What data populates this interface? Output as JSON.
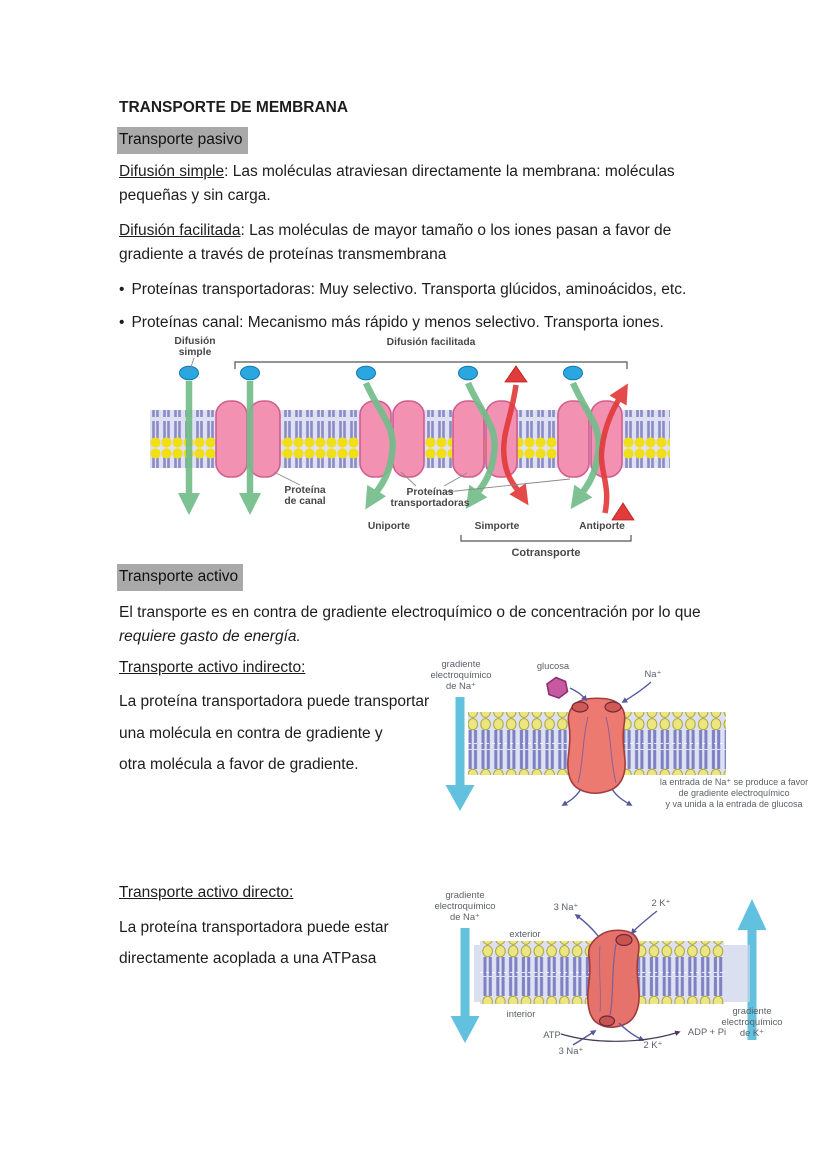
{
  "document": {
    "title": "TRANSPORTE DE MEMBRANA",
    "passive": {
      "heading": "Transporte pasivo",
      "bullet_marker": "•",
      "simple_para": {
        "term": "Difusión simple",
        "after_term": ": Las moléculas atraviesan directamente la membrana: moléculas",
        "line2": "pequeñas y sin carga."
      },
      "facilitated_para": {
        "term": "Difusión facilitada",
        "after_term": ": Las moléculas de mayor tamaño o los iones pasan a favor de",
        "line2": "gradiente a través de proteínas transmembrana"
      },
      "bullets": [
        "Proteínas transportadoras: Muy selectivo. Transporta glúcidos, aminoácidos, etc.",
        "Proteínas canal: Mecanismo más rápido y menos selectivo. Transporta iones."
      ]
    },
    "active": {
      "heading": "Transporte activo",
      "intro_line1": "El transporte es en contra de gradiente electroquímico o de concentración por lo que",
      "intro_line2_italic": "requiere gasto de energía.",
      "indirect_heading": "Transporte activo indirecto:",
      "indirect_lines": [
        "La proteína transportadora puede transportar",
        "una molécula en contra de gradiente y",
        "otra molécula a favor de gradiente."
      ],
      "direct_heading": "Transporte activo directo:",
      "direct_lines": [
        "La proteína transportadora puede estar",
        "directamente acoplada a una ATPasa"
      ]
    }
  },
  "diagram_membrane_types": {
    "difusion_simple_l1": "Difusión",
    "difusion_simple_l2": "simple",
    "difusion_facilitada": "Difusión facilitada",
    "proteina_canal_l1": "Proteína",
    "proteina_canal_l2": "de canal",
    "proteinas_transp_l1": "Proteínas",
    "proteinas_transp_l2": "transportadoras",
    "uniporte": "Uniporte",
    "simporte": "Simporte",
    "antiporte": "Antiporte",
    "cotransporte": "Cotransporte"
  },
  "diagram_indirect": {
    "gradient_l1": "gradiente",
    "gradient_l2": "electroquímico",
    "gradient_l3": "de Na⁺",
    "glucosa": "glucosa",
    "na": "Na⁺",
    "note_l1": "la entrada de Na⁺ se produce a favor",
    "note_l2": "de gradiente electroquímico",
    "note_l3": "y va unida a la entrada de glucosa"
  },
  "diagram_direct": {
    "gradient_na_l1": "gradiente",
    "gradient_na_l2": "electroquímico",
    "gradient_na_l3": "de Na⁺",
    "na3_top": "3 Na⁺",
    "k2_top": "2 K⁺",
    "exterior": "exterior",
    "interior": "interior",
    "atp": "ATP",
    "na3_bottom": "3 Na⁺",
    "k2_bottom": "2 K⁺",
    "adp": "ADP + Pi",
    "gradient_k_l1": "gradiente",
    "gradient_k_l2": "electroquímico",
    "gradient_k_l3": "de K⁺"
  },
  "palette": {
    "highlight_gray": "#a9a9a9",
    "body_text": "#1d1d1d",
    "diagram_label": "#474747",
    "membrane_head_yellow": "#f0df17",
    "membrane_head_pale": "#ebe77e",
    "membrane_tail_purple": "#8a8cc8",
    "protein_pink": "#f291b2",
    "protein_red": "#ec7a70",
    "green_arrow": "#74bd8b",
    "red_arrow": "#e23b3b",
    "blue_molecule": "#2aa7e0",
    "cyan_arrow": "#4cb9da",
    "navy_arrow": "#565a9c",
    "glucose_pink": "#c75a9f"
  }
}
